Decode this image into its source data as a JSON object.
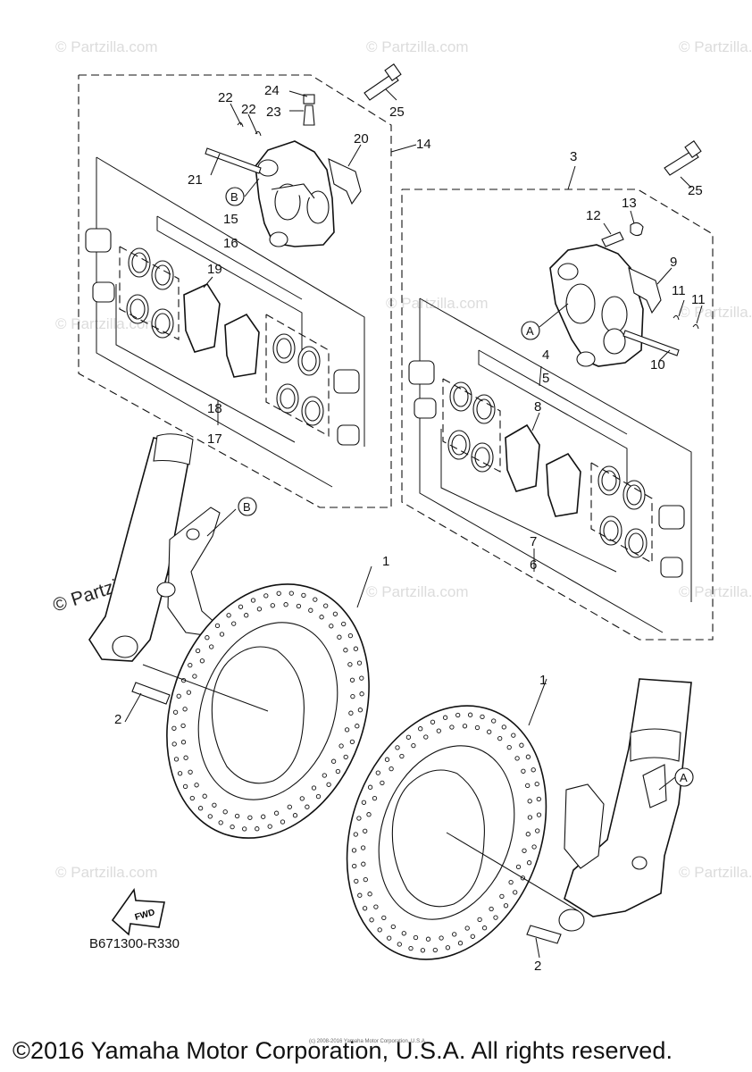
{
  "watermark": "© Partzilla.com",
  "diagram_code": "B671300-R330",
  "tiny_note": "(c) 2008-2016 Yamaha Motor Corporation, U.S.A.",
  "footer": "©2016 Yamaha Motor Corporation, U.S.A. All rights reserved.",
  "fwd_label": "FWD",
  "circle_labels": {
    "A": "A",
    "B": "B"
  },
  "callouts": {
    "c1": "1",
    "c2": "2",
    "c3": "3",
    "c4": "4",
    "c5": "5",
    "c6": "6",
    "c7": "7",
    "c8": "8",
    "c9": "9",
    "c10": "10",
    "c11": "11",
    "c12": "12",
    "c13": "13",
    "c14": "14",
    "c15": "15",
    "c16": "16",
    "c17": "17",
    "c18": "18",
    "c19": "19",
    "c20": "20",
    "c21": "21",
    "c22": "22",
    "c23": "23",
    "c24": "24",
    "c25": "25"
  }
}
